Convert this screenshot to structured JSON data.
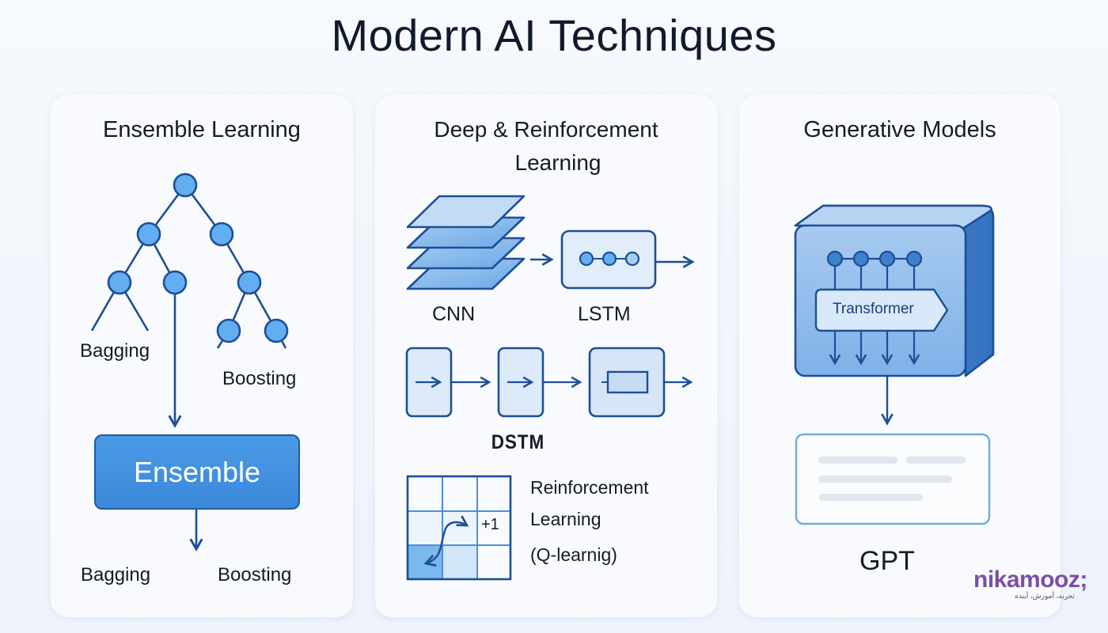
{
  "title": "Modern AI Techniques",
  "colors": {
    "stroke": "#1c4f96",
    "node_fill": "#62aef0",
    "panel_fill": "#d8e7f8",
    "accent": "#3b88d9",
    "logo": "#7b4fa6"
  },
  "ensemble_learning": {
    "title": "Ensemble Learning",
    "tree_label_left": "Bagging",
    "tree_label_right": "Boosting",
    "box_label": "Ensemble",
    "bottom_left": "Bagging",
    "bottom_right": "Boosting"
  },
  "deep_rl": {
    "title_line1": "Deep & Reinforcement",
    "title_line2": "Learning",
    "cnn_label": "CNN",
    "lstm_label": "LSTM",
    "dstm_label": "DSTM",
    "grid_reward": "+1",
    "rl_line1": "Reinforcement",
    "rl_line2": "Learning",
    "rl_line3": "(Q-learnig)"
  },
  "generative": {
    "title": "Generative Models",
    "transformer_label": "Transformer",
    "gpt_label": "GPT"
  },
  "logo": {
    "name": "nikamooz;",
    "tagline": "تجربه، آموزش، آینده"
  }
}
